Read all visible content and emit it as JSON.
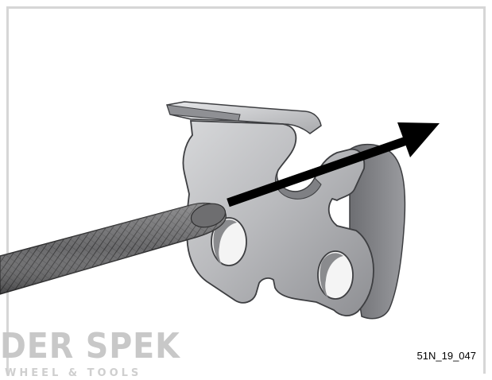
{
  "figure": {
    "code": "51N_19_047",
    "watermark": "DER SPEK",
    "watermark_sub": "WHEEL & TOOLS"
  },
  "colors": {
    "frame": "#d6d6d6",
    "link_light": "#c9cacc",
    "link_mid": "#a6a7aa",
    "link_dark": "#7b7c80",
    "file": "#5e5e60",
    "arrow": "#000000"
  },
  "icons": {
    "arrow": "direction-arrow-icon"
  }
}
